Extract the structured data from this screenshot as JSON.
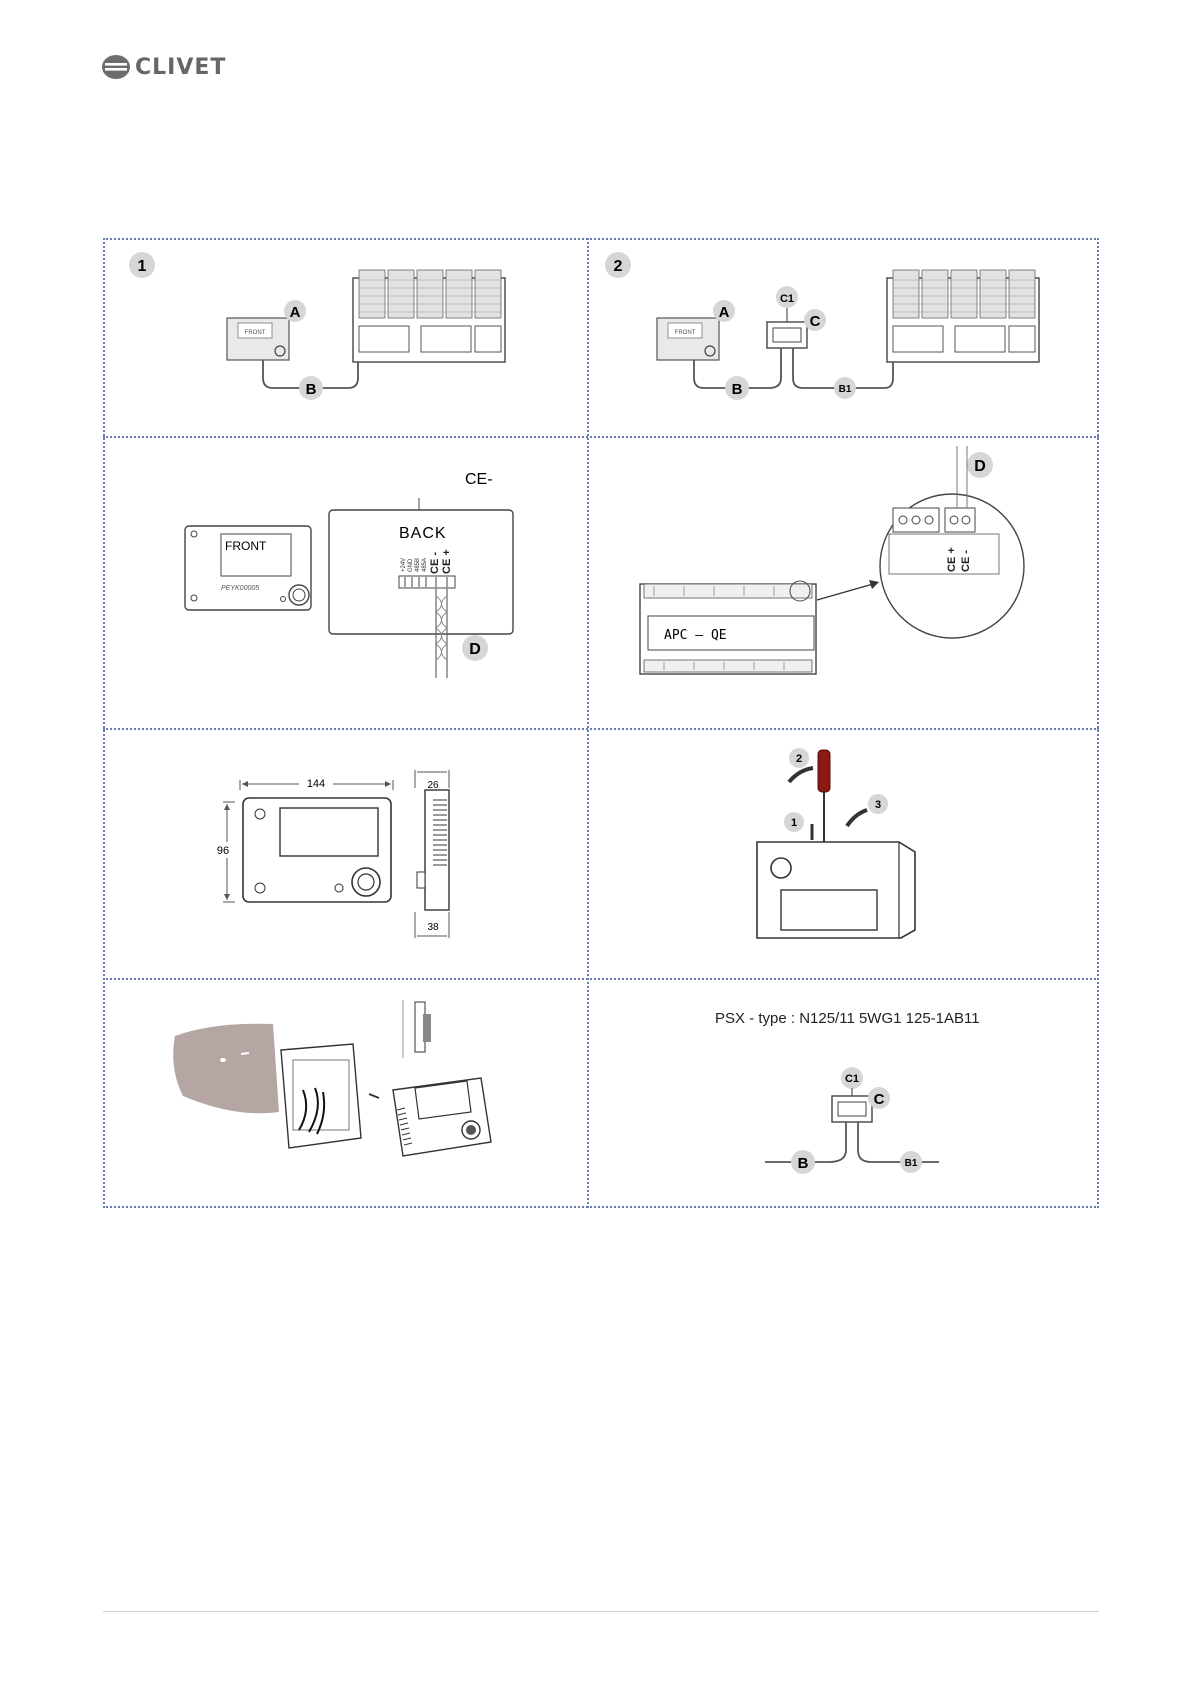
{
  "header": {
    "brand": "CLIVET"
  },
  "panels": {
    "p1": {
      "step": "1",
      "label_a": "A",
      "label_b": "B",
      "device_text": "FRONT"
    },
    "p2": {
      "step": "2",
      "label_a": "A",
      "label_b": "B",
      "label_b1": "B1",
      "label_c": "C",
      "label_c1": "C1",
      "device_text": "FRONT"
    },
    "p3": {
      "front_title": "FRONT",
      "front_model": "PEYK00005",
      "back_title": "BACK",
      "top_label": "CE-",
      "terminal_labels": [
        "+24V",
        "GND",
        "485B",
        "485A",
        "CE -",
        "CE +"
      ],
      "label_d": "D"
    },
    "p4": {
      "label_d": "D",
      "board_name": "APC  —  QE",
      "zoom_labels": [
        "CE +",
        "CE -"
      ]
    },
    "p5": {
      "width_dim": "144",
      "height_dim": "96",
      "depth_top": "26",
      "depth_bottom": "38"
    },
    "p6": {
      "steps": [
        "1",
        "2",
        "3"
      ]
    },
    "p8": {
      "type_line": "PSX - type : N125/11 5WG1 125-1AB11",
      "label_c1": "C1",
      "label_c": "C",
      "label_b": "B",
      "label_b1": "B1"
    }
  }
}
